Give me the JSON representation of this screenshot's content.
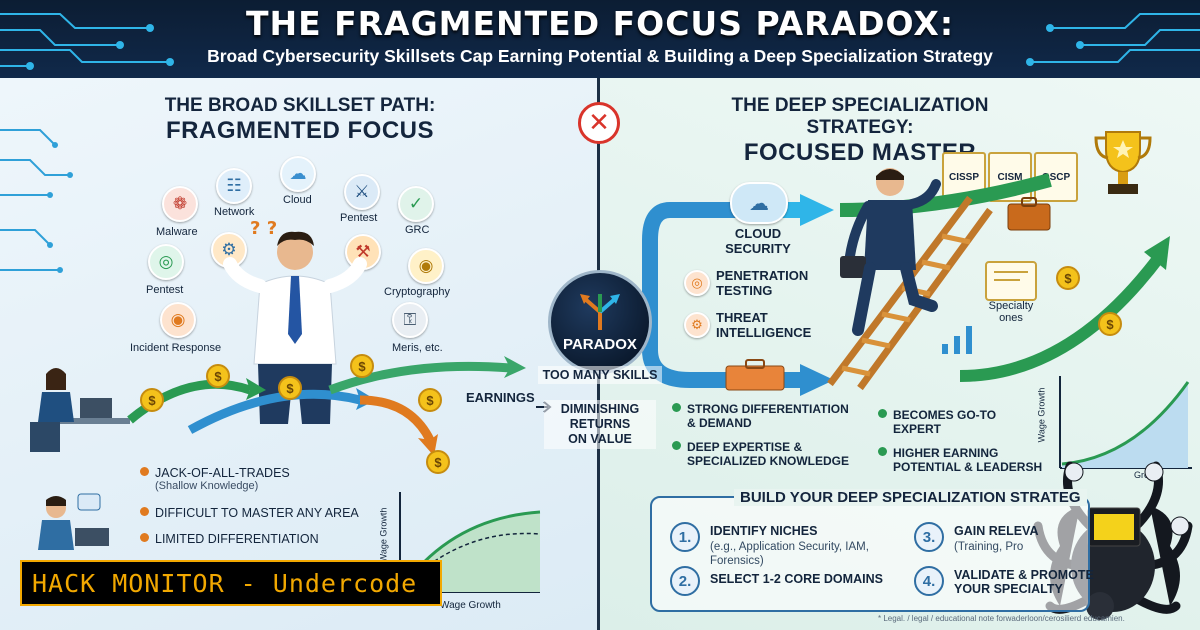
{
  "header": {
    "title": "THE FRAGMENTED FOCUS PARADOX:",
    "subtitle": "Broad Cybersecurity Skillsets Cap Earning Potential & Building a Deep Specialization Strategy"
  },
  "left": {
    "heading_line1": "THE BROAD SKILLSET PATH:",
    "heading_line2": "FRAGMENTED FOCUS",
    "skills": {
      "network": "Network",
      "cloud": "Cloud",
      "pentest_top": "Pentest",
      "grc": "GRC",
      "malware": "Malware",
      "cryptography": "Cryptography",
      "pentest_left": "Pentest",
      "incident_response": "Incident Response",
      "meris": "Meris, etc."
    },
    "earnings_label": "EARNINGS",
    "bullets": [
      {
        "text": "JACK-OF-ALL-TRADES",
        "sub": "(Shallow Knowledge)"
      },
      {
        "text": "DIFFICULT TO MASTER ANY AREA"
      },
      {
        "text": "LIMITED DIFFERENTIATION"
      }
    ],
    "chart_ylabel": "Wage Growth",
    "chart_xlabel": "Wage Growth"
  },
  "center": {
    "paradox": "PARADOX",
    "too_many": "TOO MANY SKILLS",
    "diminishing_l1": "DIMINISHING",
    "diminishing_l2": "RETURNS",
    "diminishing_l3": "ON VALUE"
  },
  "right": {
    "heading_line1": "THE DEEP SPECIALIZATION STRATEGY:",
    "heading_line2": "FOCUSED MASTER",
    "paths": [
      {
        "l1": "CLOUD",
        "l2": "SECURITY"
      },
      {
        "l1": "PENETRATION",
        "l2": "TESTING"
      },
      {
        "l1": "THREAT",
        "l2": "INTELLIGENCE"
      }
    ],
    "certs": [
      "CISSP",
      "CISM",
      "OSCP"
    ],
    "specialty": {
      "l1": "Specialty",
      "l2": "ones"
    },
    "bullets": [
      {
        "l1": "STRONG DIFFERENTIATION",
        "l2": "& DEMAND"
      },
      {
        "l1": "DEEP EXPERTISE &",
        "l2": "SPECIALIZED KNOWLEDGE"
      },
      {
        "l1": "BECOMES GO-TO",
        "l2": "EXPERT"
      },
      {
        "l1": "HIGHER EARNING",
        "l2": "POTENTIAL & LEADERSH"
      }
    ],
    "chart_ylabel": "Wage Growth",
    "chart_xlabel": "Growth"
  },
  "strategy": {
    "title": "BUILD YOUR DEEP SPECIALIZATION STRATEG",
    "steps": [
      {
        "num": "1.",
        "title": "IDENTIFY NICHES",
        "desc": "(e.g., Application Security, IAM, Forensics)"
      },
      {
        "num": "2.",
        "title": "SELECT 1-2 CORE DOMAINS",
        "desc": ""
      },
      {
        "num": "3.",
        "title": "GAIN RELEVA",
        "desc": "(Training, Pro"
      },
      {
        "num": "4.",
        "title": "VALIDATE & PROMOTE",
        "desc": "YOUR SPECIALTY"
      }
    ]
  },
  "footnote": "* Legal. / legal / educational note forwaderloon/cerosilierd educamien.",
  "watermark": "HACK MONITOR - Undercode",
  "coin_symbol": "$",
  "colors": {
    "navy": "#10294a",
    "orange": "#e07a1f",
    "green": "#2a9a52",
    "blue": "#2f6ea3",
    "red": "#d9342b",
    "gold": "#f2a800"
  }
}
